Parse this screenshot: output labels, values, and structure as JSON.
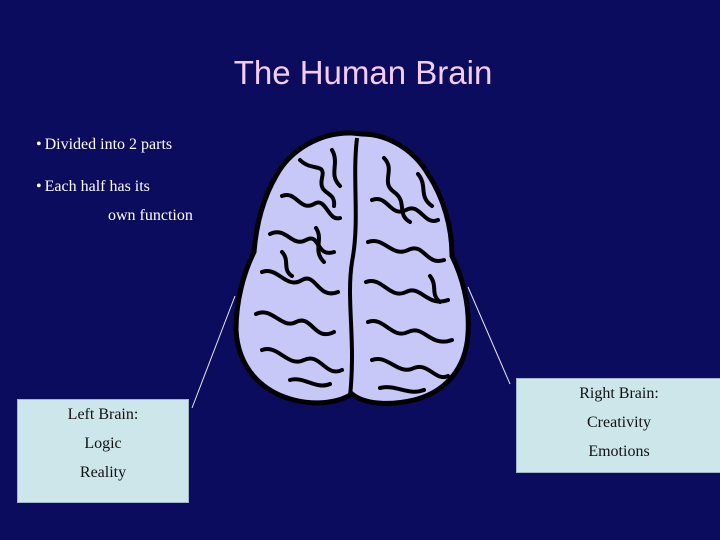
{
  "slide": {
    "title": "The Human Brain",
    "bullets": [
      {
        "text": "Divided into 2 parts"
      },
      {
        "text": "Each half has its",
        "continuation": "own function"
      }
    ],
    "left_box": [
      "Left Brain:",
      "Logic",
      "Reality"
    ],
    "right_box": [
      "Right Brain:",
      "Creativity",
      "Emotions"
    ]
  },
  "colors": {
    "background": "#0c0c5e",
    "title": "#f3cdf0",
    "brain_fill": "#c7c8f7",
    "box_fill": "#cde6ea"
  },
  "icons": {
    "brain": "brain-illustration",
    "bullet": "bullet-dot"
  }
}
